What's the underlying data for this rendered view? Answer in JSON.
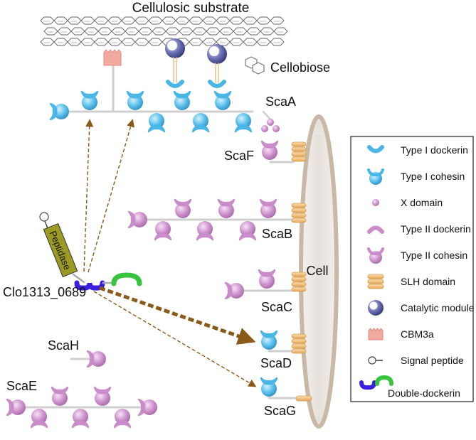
{
  "title": "Cellulosic substrate",
  "cellobiose_label": "Cellobiose",
  "cell_label": "Cell",
  "peptidase_label": "Peptidase",
  "enzyme_label": "Clo1313_0689",
  "scaffoldins": {
    "scaA": "ScaA",
    "scaF": "ScaF",
    "scaB": "ScaB",
    "scaC": "ScaC",
    "scaD": "ScaD",
    "scaG": "ScaG",
    "scaH": "ScaH",
    "scaE": "ScaE"
  },
  "legend": {
    "items": [
      {
        "label": "Type I dockerin",
        "icon": "type-i-dockerin-icon"
      },
      {
        "label": "Type I cohesin",
        "icon": "type-i-cohesin-icon"
      },
      {
        "label": "X domain",
        "icon": "x-domain-icon"
      },
      {
        "label": "Type II dockerin",
        "icon": "type-ii-dockerin-icon"
      },
      {
        "label": "Type II cohesin",
        "icon": "type-ii-cohesin-icon"
      },
      {
        "label": "SLH domain",
        "icon": "slh-domain-icon"
      },
      {
        "label": "Catalytic module",
        "icon": "catalytic-module-icon"
      },
      {
        "label": "CBM3a",
        "icon": "cbm3a-icon"
      },
      {
        "label": "Signal peptide",
        "icon": "signal-peptide-icon"
      },
      {
        "label": "Double-dockerin",
        "icon": "double-dockerin-icon"
      }
    ]
  },
  "colors": {
    "type_i": "#49b6e6",
    "type_ii": "#c98cc9",
    "slh": "#f2c27a",
    "catalytic": "#4a4f96",
    "cbm": "#f2a9a0",
    "cell": "#e8e4df",
    "cell_border": "#c9b8a6",
    "arrow": "#8a5a18",
    "peptidase": "#9a9a25",
    "dd_blue": "#3a1fe0",
    "dd_green": "#37c43d"
  }
}
